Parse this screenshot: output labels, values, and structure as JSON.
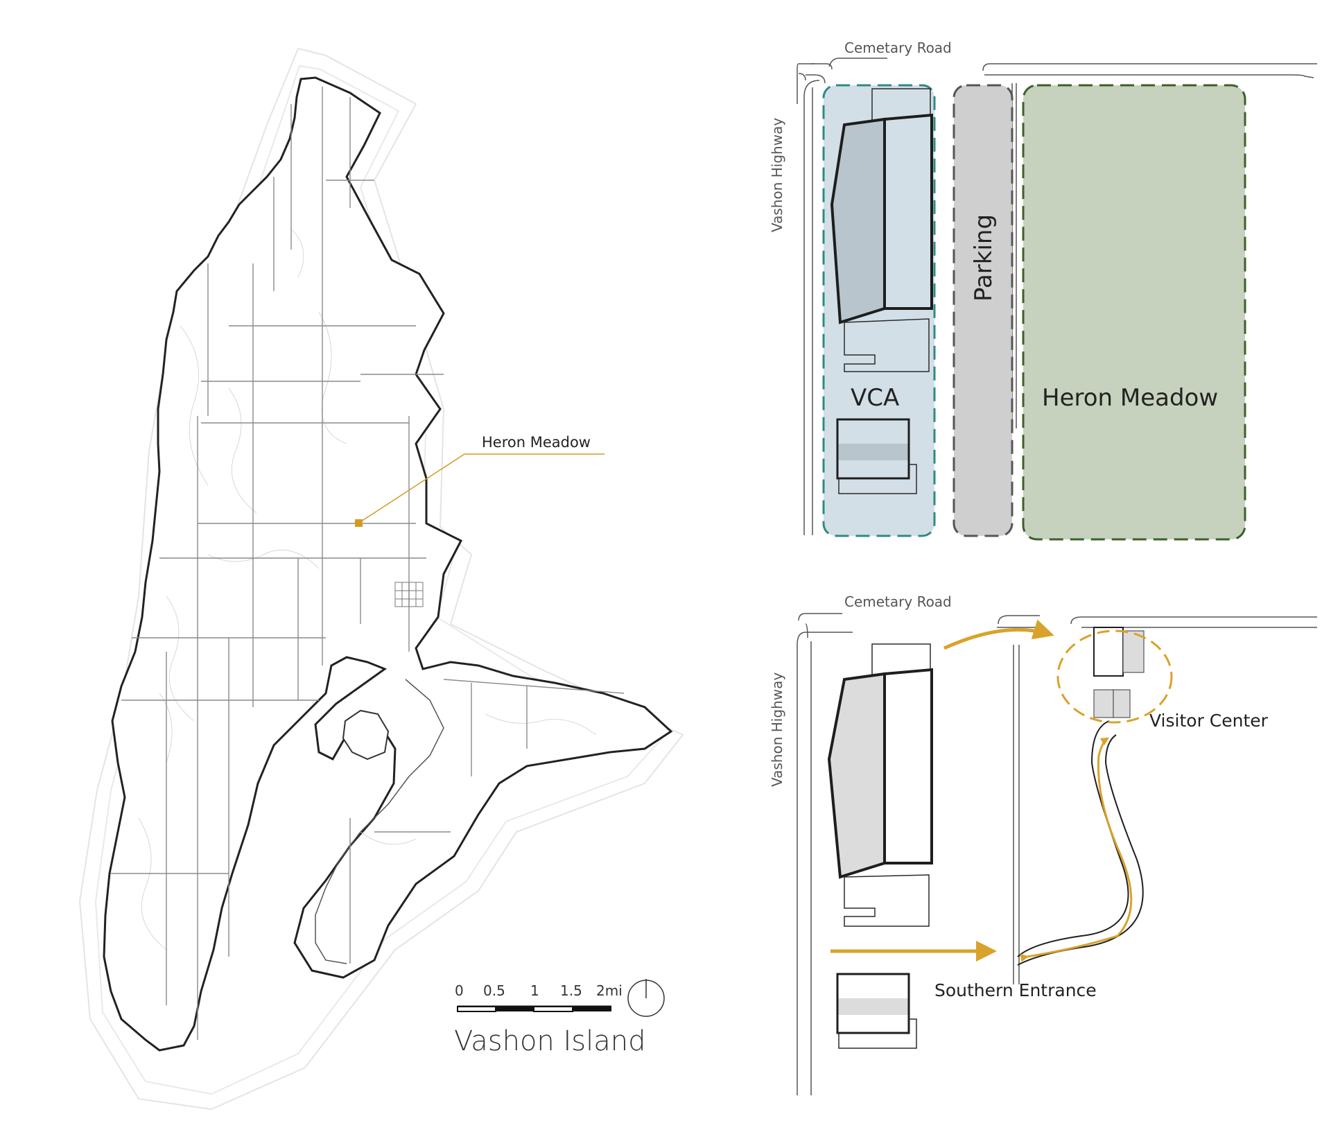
{
  "island_map": {
    "title": "Vashon Island",
    "callout_label": "Heron Meadow",
    "scale_labels": [
      "0",
      "0.5",
      "1",
      "1.5",
      "2mi"
    ],
    "colors": {
      "callout": "#d49a22",
      "outline": "#1f1f1f",
      "roads": "#8a8a8a",
      "halo": "#dcdcdc"
    }
  },
  "site_plan": {
    "north_road": "Cemetary Road",
    "west_road": "Vashon Highway",
    "zones": [
      {
        "label": "VCA",
        "fill": "#d3dfe6",
        "stroke": "#2e8a84"
      },
      {
        "label": "Parking",
        "fill": "#cfcfcf",
        "stroke": "#555555"
      },
      {
        "label": "Heron Meadow",
        "fill": "#c6d2bd",
        "stroke": "#3d5f2a"
      }
    ]
  },
  "circulation_plan": {
    "north_road": "Cemetary Road",
    "west_road": "Vashon Highway",
    "visitor_center_label": "Visitor Center",
    "southern_entrance_label": "Southern Entrance",
    "colors": {
      "arrow": "#d9a22a",
      "highlight": "#d9a22a"
    }
  }
}
